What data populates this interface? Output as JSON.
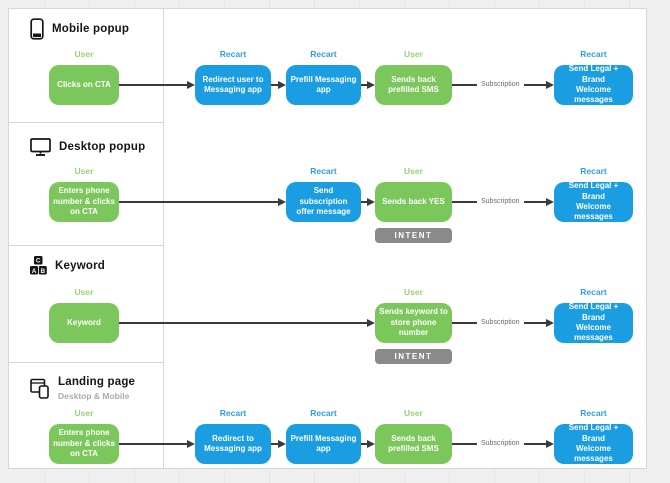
{
  "palette": {
    "page_bg": "#efefef",
    "canvas_bg": "#ffffff",
    "canvas_border": "#d6d6d6",
    "user_green": "#7cc75b",
    "user_label_green": "#97d175",
    "recart_blue": "#1b9de2",
    "recart_label_blue": "#2e9ee3",
    "box_text": "#ffffff",
    "intent_bg": "#8a8a8a",
    "arrow": "#3a3a3a",
    "edge_label_text": "#6b6b6b",
    "section_title": "#151515",
    "section_subtitle": "#ababab"
  },
  "labels": {
    "subscription": "Subscription",
    "intent": "INTENT"
  },
  "sections": [
    {
      "title": "Mobile popup",
      "subtitle": "",
      "icon": "smartphone-icon"
    },
    {
      "title": "Desktop popup",
      "subtitle": "",
      "icon": "monitor-icon"
    },
    {
      "title": "Keyword",
      "subtitle": "",
      "icon": "abc-blocks-icon"
    },
    {
      "title": "Landing page",
      "subtitle": "Desktop & Mobile",
      "icon": "browser-mobile-icon"
    }
  ],
  "flows": [
    {
      "section": "Mobile popup",
      "steps": [
        {
          "actor": "User",
          "kind": "user",
          "col": 0,
          "text": "Clicks on CTA",
          "intent": false
        },
        {
          "actor": "Recart",
          "kind": "recart",
          "col": 1,
          "text": "Redirect user to\nMessaging app",
          "intent": false
        },
        {
          "actor": "Recart",
          "kind": "recart",
          "col": 2,
          "text": "Prefill Messaging\napp",
          "intent": false
        },
        {
          "actor": "User",
          "kind": "user",
          "col": 3,
          "text": "Sends back\nprefilled SMS",
          "intent": false
        },
        {
          "actor": "Recart",
          "kind": "recart",
          "col": 4,
          "text": "Send Legal + Brand\nWelcome\nmessages",
          "intent": false
        }
      ]
    },
    {
      "section": "Desktop popup",
      "steps": [
        {
          "actor": "User",
          "kind": "user",
          "col": 0,
          "text": "Enters phone\nnumber & clicks\non CTA",
          "intent": false
        },
        {
          "actor": "Recart",
          "kind": "recart",
          "col": 2,
          "text": "Send subscription\noffer message",
          "intent": false
        },
        {
          "actor": "User",
          "kind": "user",
          "col": 3,
          "text": "Sends back YES",
          "intent": true
        },
        {
          "actor": "Recart",
          "kind": "recart",
          "col": 4,
          "text": "Send Legal + Brand\nWelcome\nmessages",
          "intent": false
        }
      ]
    },
    {
      "section": "Keyword",
      "steps": [
        {
          "actor": "User",
          "kind": "user",
          "col": 0,
          "text": "Keyword",
          "intent": false
        },
        {
          "actor": "User",
          "kind": "user",
          "col": 3,
          "text": "Sends keyword to\nstore phone\nnumber",
          "intent": true
        },
        {
          "actor": "Recart",
          "kind": "recart",
          "col": 4,
          "text": "Send Legal + Brand\nWelcome\nmessages",
          "intent": false
        }
      ]
    },
    {
      "section": "Landing page",
      "steps": [
        {
          "actor": "User",
          "kind": "user",
          "col": 0,
          "text": "Enters phone\nnumber & clicks\non CTA",
          "intent": false
        },
        {
          "actor": "Recart",
          "kind": "recart",
          "col": 1,
          "text": "Redirect to\nMessaging app",
          "intent": false
        },
        {
          "actor": "Recart",
          "kind": "recart",
          "col": 2,
          "text": "Prefill Messaging\napp",
          "intent": false
        },
        {
          "actor": "User",
          "kind": "user",
          "col": 3,
          "text": "Sends back\nprefilled SMS",
          "intent": false
        },
        {
          "actor": "Recart",
          "kind": "recart",
          "col": 4,
          "text": "Send Legal + Brand\nWelcome\nmessages",
          "intent": false
        }
      ]
    }
  ]
}
